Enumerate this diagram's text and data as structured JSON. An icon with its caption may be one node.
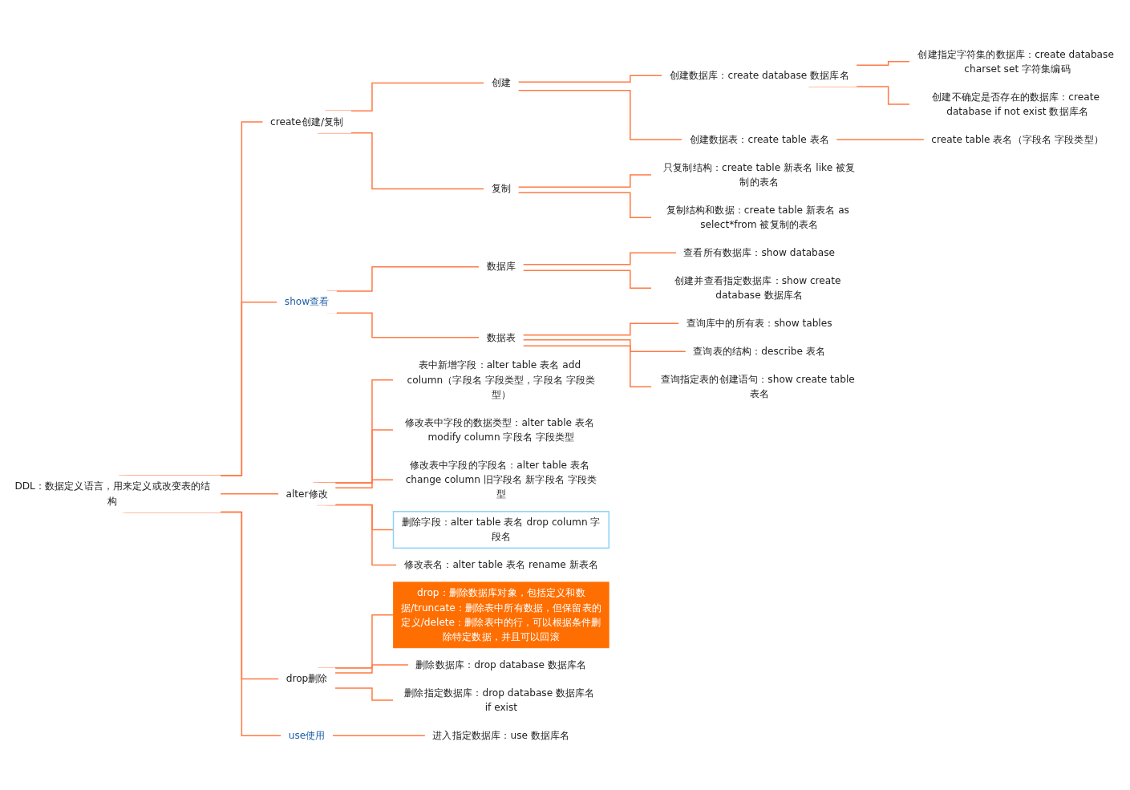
{
  "diagram": {
    "nodes": [
      {
        "text": [
          "DDL：数据定义语言，用来定义或改变表的结构"
        ]
      },
      {
        "text": [
          "create创建/复制"
        ]
      },
      {
        "text": [
          "创建"
        ]
      },
      {
        "text": [
          "创建数据库：create database 数据库名"
        ]
      },
      {
        "text": [
          "创建指定字符集的数据库：create database charset set 字符集编码"
        ]
      },
      {
        "text": [
          "创建不确定是否存在的数据库：create database if not exist 数据库名"
        ]
      },
      {
        "text": [
          "创建数据表：create table 表名"
        ]
      },
      {
        "text": [
          "create table 表名（字段名 字段类型）"
        ]
      },
      {
        "text": [
          "复制"
        ]
      },
      {
        "text": [
          "只复制结构：create table 新表名 like 被复制的表名"
        ]
      },
      {
        "text": [
          "复制结构和数据：create table 新表名 as select*from 被复制的表名"
        ]
      },
      {
        "text": [
          "show查看"
        ]
      },
      {
        "text": [
          "数据库"
        ]
      },
      {
        "text": [
          "查看所有数据库：show database"
        ]
      },
      {
        "text": [
          "创建并查看指定数据库：show create database 数据库名"
        ]
      },
      {
        "text": [
          "数据表"
        ]
      },
      {
        "text": [
          "查询库中的所有表：show tables"
        ]
      },
      {
        "text": [
          "查询表的结构：describe 表名"
        ]
      },
      {
        "text": [
          "查询指定表的创建语句：show create table 表名"
        ]
      },
      {
        "text": [
          "alter修改"
        ]
      },
      {
        "text": [
          "表中新增字段：alter table 表名 add column（字段名 字段类型，字段名 字段类型）"
        ]
      },
      {
        "text": [
          "修改表中字段的数据类型：alter table 表名 modify column 字段名 字段类型"
        ]
      },
      {
        "text": [
          "修改表中字段的字段名：alter table 表名 change column 旧字段名 新字段名 字段类型"
        ]
      },
      {
        "text": [
          "删除字段：alter table 表名 drop column 字段名"
        ]
      },
      {
        "text": [
          "修改表名：alter table 表名 rename 新表名"
        ]
      },
      {
        "text": [
          "drop：删除数据库对象，包括定义和数据/truncate：删除表中所有数据，但保留表的定义/delete：删除表中的行，可以根据条件删除特定数据，并且可以回滚"
        ]
      },
      {
        "text": [
          "drop删除"
        ]
      },
      {
        "text": [
          "删除数据库：drop database 数据库名"
        ]
      },
      {
        "text": [
          "删除指定数据库：drop database 数据库名 if exist"
        ]
      },
      {
        "text": [
          "use使用"
        ]
      },
      {
        "text": [
          "进入指定数据库：use 数据库名"
        ]
      }
    ],
    "edges": [
      {
        "from": 0,
        "to": 1,
        "arrow": "none"
      },
      {
        "from": 1,
        "to": 2,
        "arrow": "none"
      },
      {
        "from": 2,
        "to": 3,
        "arrow": "none"
      },
      {
        "from": 3,
        "to": 4,
        "arrow": "none"
      },
      {
        "from": 3,
        "to": 5,
        "arrow": "none"
      },
      {
        "from": 2,
        "to": 6,
        "arrow": "none"
      },
      {
        "from": 6,
        "to": 7,
        "arrow": "none"
      },
      {
        "from": 1,
        "to": 8,
        "arrow": "none"
      },
      {
        "from": 8,
        "to": 9,
        "arrow": "none"
      },
      {
        "from": 8,
        "to": 10,
        "arrow": "none"
      },
      {
        "from": 0,
        "to": 11,
        "arrow": "none"
      },
      {
        "from": 11,
        "to": 12,
        "arrow": "none"
      },
      {
        "from": 12,
        "to": 13,
        "arrow": "none"
      },
      {
        "from": 12,
        "to": 14,
        "arrow": "none"
      },
      {
        "from": 11,
        "to": 15,
        "arrow": "none"
      },
      {
        "from": 15,
        "to": 16,
        "arrow": "none"
      },
      {
        "from": 15,
        "to": 17,
        "arrow": "none"
      },
      {
        "from": 15,
        "to": 18,
        "arrow": "none"
      },
      {
        "from": 0,
        "to": 19,
        "arrow": "none"
      },
      {
        "from": 19,
        "to": 20,
        "arrow": "none"
      },
      {
        "from": 19,
        "to": 21,
        "arrow": "none"
      },
      {
        "from": 19,
        "to": 22,
        "arrow": "none"
      },
      {
        "from": 19,
        "to": 23,
        "arrow": "none"
      },
      {
        "from": 19,
        "to": 24,
        "arrow": "none"
      },
      {
        "from": 0,
        "to": 26,
        "arrow": "none"
      },
      {
        "from": 26,
        "to": 25,
        "arrow": "none"
      },
      {
        "from": 26,
        "to": 27,
        "arrow": "none"
      },
      {
        "from": 26,
        "to": 28,
        "arrow": "none"
      },
      {
        "from": 0,
        "to": 29,
        "arrow": "none"
      },
      {
        "from": 29,
        "to": 30,
        "arrow": "none"
      }
    ]
  }
}
